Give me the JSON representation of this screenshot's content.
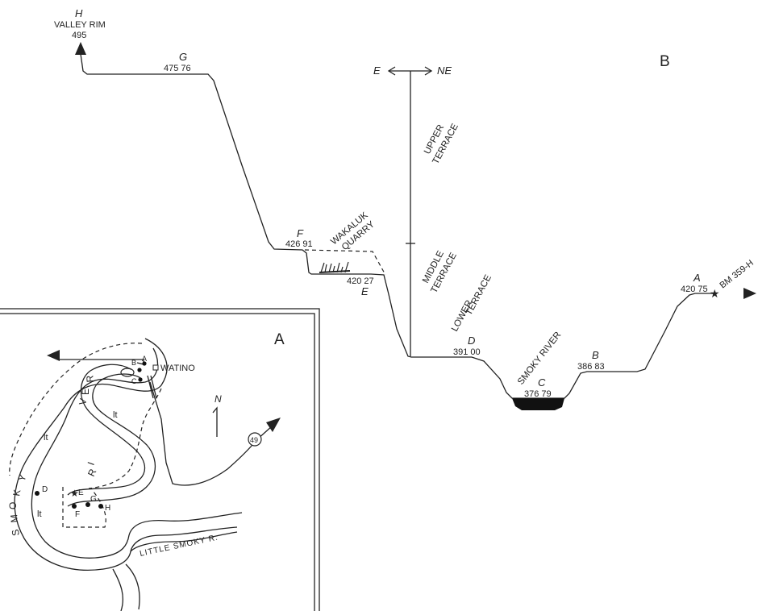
{
  "panels": {
    "a": "A",
    "b": "B"
  },
  "profile": {
    "points": {
      "H": {
        "letter": "H",
        "name": "VALLEY RIM",
        "elev": "495"
      },
      "G": {
        "letter": "G",
        "elev": "475 76"
      },
      "F": {
        "letter": "F",
        "elev": "426 91"
      },
      "E": {
        "letter": "E",
        "elev": "420 27"
      },
      "D": {
        "letter": "D",
        "elev": "391 00"
      },
      "C": {
        "letter": "C",
        "elev": "376 79"
      },
      "B": {
        "letter": "B",
        "elev": "386 83"
      },
      "A": {
        "letter": "A",
        "elev": "420 75",
        "bm": "BM 359-H"
      }
    },
    "orientation": {
      "left": "E",
      "right": "NE"
    },
    "terraces": {
      "upper": [
        "UPPER",
        "TERRACE"
      ],
      "middle": [
        "MIDDLE",
        "TERRACE"
      ],
      "lower": [
        "LOWER",
        "TERRACE"
      ]
    },
    "quarry": [
      "WAKALUK",
      "QUARRY"
    ],
    "river": "SMOKY RIVER"
  },
  "map": {
    "town": "WATINO",
    "north": "N",
    "highway": "49",
    "river_letters": [
      "R",
      "I",
      "V",
      "E",
      "R"
    ],
    "smoky_letters": [
      "S",
      "M",
      "O",
      "K",
      "Y"
    ],
    "little_smoky": "LITTLE SMOKY R.",
    "lt": "lt",
    "sites": {
      "A": "A",
      "B": "B",
      "C": "C",
      "D": "D",
      "E": "E",
      "F": "F",
      "G": "G",
      "H": "H"
    }
  }
}
